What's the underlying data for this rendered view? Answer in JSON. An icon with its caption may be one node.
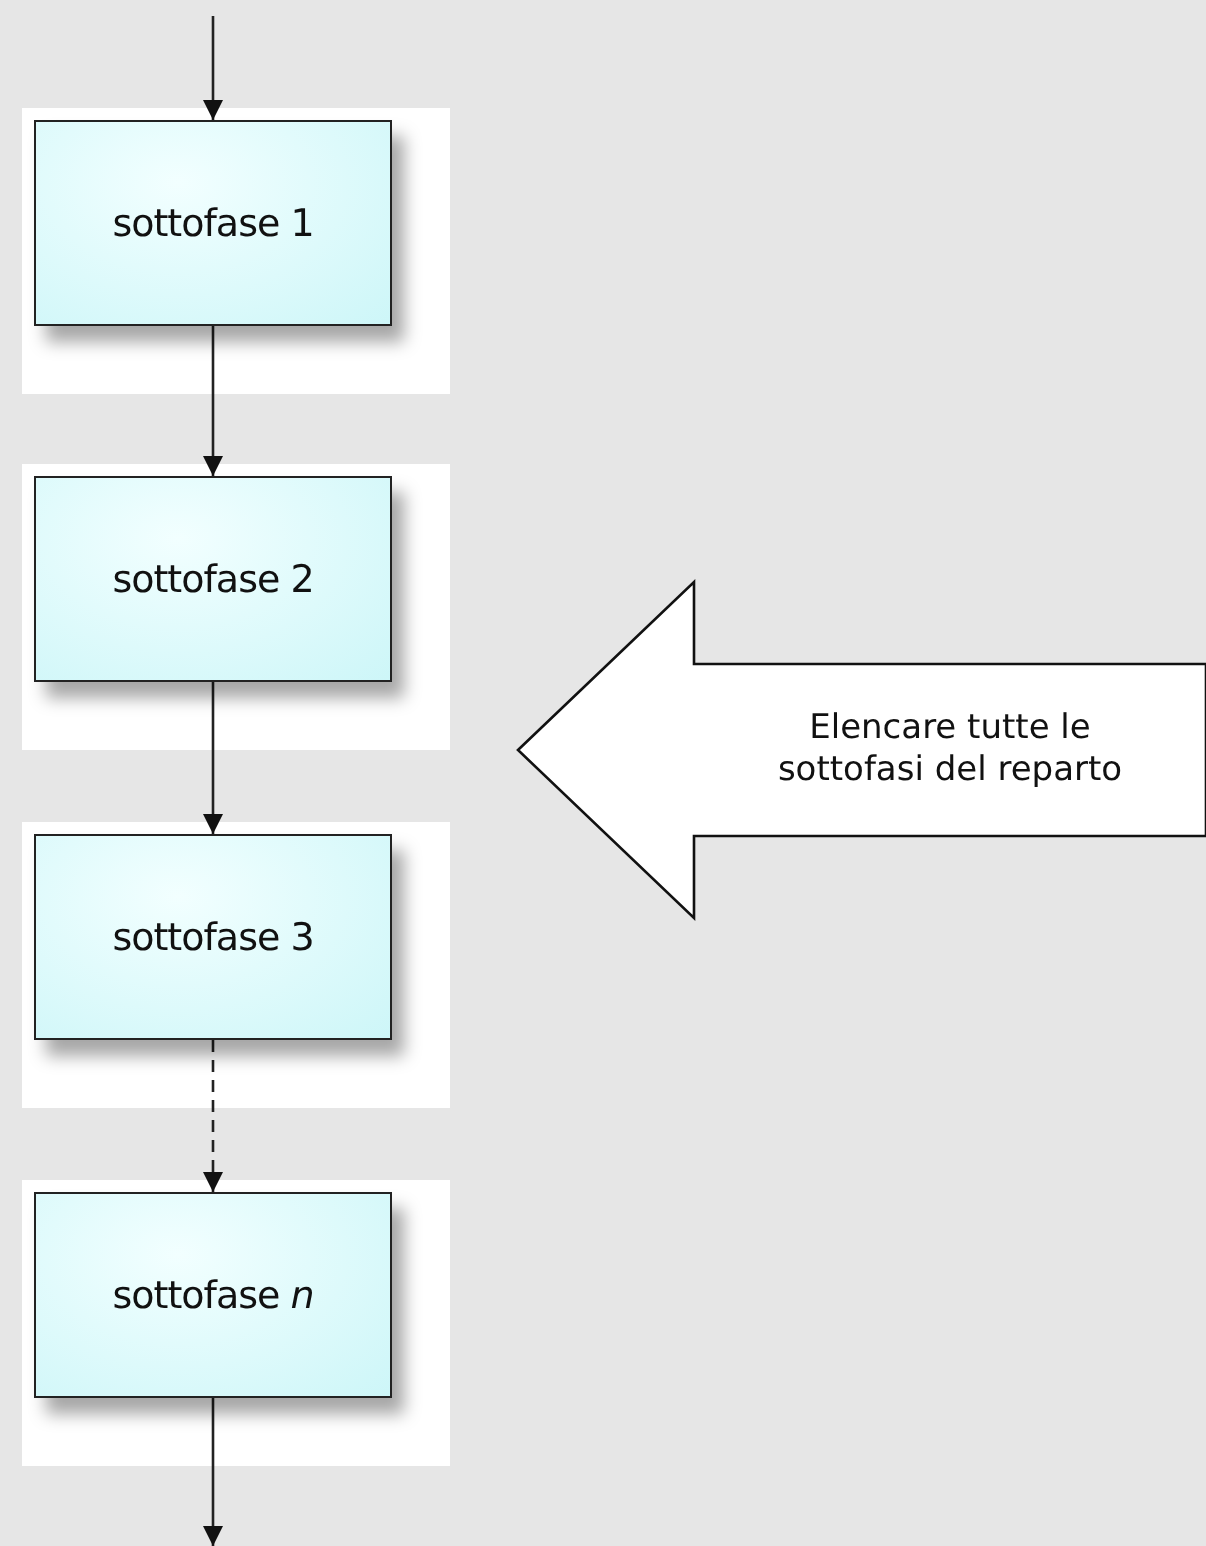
{
  "diagram": {
    "nodes": [
      {
        "text": [
          "sottofase 1"
        ]
      },
      {
        "text": [
          "sottofase 2"
        ]
      },
      {
        "text": [
          "Elencare tutte le sottofasi del reparto"
        ]
      },
      {
        "text": [
          "sottofase 3"
        ]
      },
      {
        "text": [
          "sottofase *n*"
        ]
      }
    ],
    "edges": [
      {
        "from": null,
        "to": 0,
        "arrow": "to"
      },
      {
        "from": 0,
        "to": 1,
        "arrow": "to"
      },
      {
        "from": 1,
        "to": 3,
        "arrow": "to"
      },
      {
        "from": 3,
        "to": 4,
        "arrow": "to",
        "style": "dashed"
      },
      {
        "from": 4,
        "to": null,
        "arrow": "to"
      }
    ]
  }
}
